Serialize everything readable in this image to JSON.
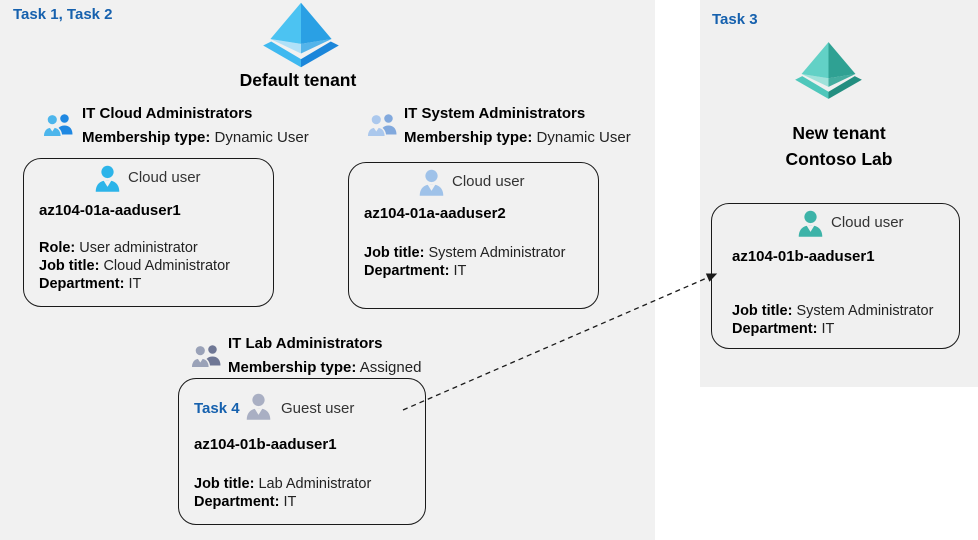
{
  "colors": {
    "task_label": "#1661ae",
    "left_panel_bg": "#f1f1f1",
    "right_panel_bg": "#f0f0f0",
    "card_border": "#1a1a1a",
    "aad_blue_light": "#4cc3f2",
    "aad_blue_dark": "#2aa0e4",
    "aad_teal_light": "#62d1c6",
    "aad_teal_dark": "#2fa193",
    "cloud_user_blue": "#2cb4e9",
    "cloud_user_steel": "#9fc2e9",
    "guest_user_gray": "#a9afc3",
    "cloud_user_teal": "#3db3a8"
  },
  "left_panel": {
    "task_label": "Task 1, Task 2",
    "tenant_icon": "azure-ad-tenant-icon-blue",
    "tenant_name": "Default tenant",
    "groups": [
      {
        "icon": "group-icon-blue",
        "title": "IT Cloud Administrators",
        "membership_label": "Membership type:",
        "membership_value": "Dynamic User"
      },
      {
        "icon": "group-icon-steel",
        "title": "IT System Administrators",
        "membership_label": "Membership type:",
        "membership_value": "Dynamic User"
      },
      {
        "icon": "group-icon-gray",
        "title": "IT Lab Administrators",
        "membership_label": "Membership type:",
        "membership_value": "Assigned"
      }
    ],
    "cards": [
      {
        "icon": "cloud-user-icon",
        "type_label": "Cloud user",
        "username": "az104-01a-aaduser1",
        "attributes": [
          {
            "label": "Role:",
            "value": "User administrator"
          },
          {
            "label": "Job title:",
            "value": "Cloud Administrator"
          },
          {
            "label": "Department:",
            "value": "IT"
          }
        ]
      },
      {
        "icon": "cloud-user-icon",
        "type_label": "Cloud user",
        "username": "az104-01a-aaduser2",
        "attributes": [
          {
            "label": "Job title:",
            "value": "System Administrator"
          },
          {
            "label": "Department:",
            "value": "IT"
          }
        ]
      },
      {
        "task_label": "Task 4",
        "icon": "guest-user-icon",
        "type_label": "Guest user",
        "username": "az104-01b-aaduser1",
        "attributes": [
          {
            "label": "Job title:",
            "value": "Lab Administrator"
          },
          {
            "label": "Department:",
            "value": "IT"
          }
        ]
      }
    ]
  },
  "right_panel": {
    "task_label": "Task 3",
    "tenant_icon": "azure-ad-tenant-icon-teal",
    "tenant_name_line1": "New tenant",
    "tenant_name_line2": "Contoso Lab",
    "card": {
      "icon": "cloud-user-icon-teal",
      "type_label": "Cloud user",
      "username": "az104-01b-aaduser1",
      "attributes": [
        {
          "label": "Job title:",
          "value": "System Administrator"
        },
        {
          "label": "Department:",
          "value": "IT"
        }
      ]
    }
  },
  "connector": {
    "style": "dashed-arrow"
  }
}
